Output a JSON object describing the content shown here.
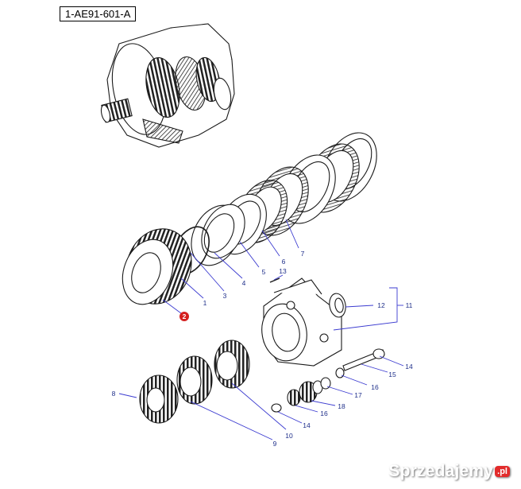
{
  "reference_code": "1-AE91-601-A",
  "colors": {
    "line": "#1a1a1a",
    "callout": "#1f2f8a",
    "leader": "#3b3bd0",
    "highlight_badge": "#d42020",
    "watermark_badge": "#e22b2b"
  },
  "callouts": {
    "c1": "1",
    "c2": "2",
    "c3": "3",
    "c4": "4",
    "c5": "5",
    "c6": "6",
    "c7": "7",
    "c8": "8",
    "c9": "9",
    "c10": "10",
    "c11": "11",
    "c12": "12",
    "c13": "13",
    "c14a": "14",
    "c14b": "14",
    "c15": "15",
    "c16a": "16",
    "c16b": "16",
    "c17": "17",
    "c18": "18"
  },
  "watermark": {
    "text": "Sprzedajemy",
    "badge": ".pl"
  }
}
